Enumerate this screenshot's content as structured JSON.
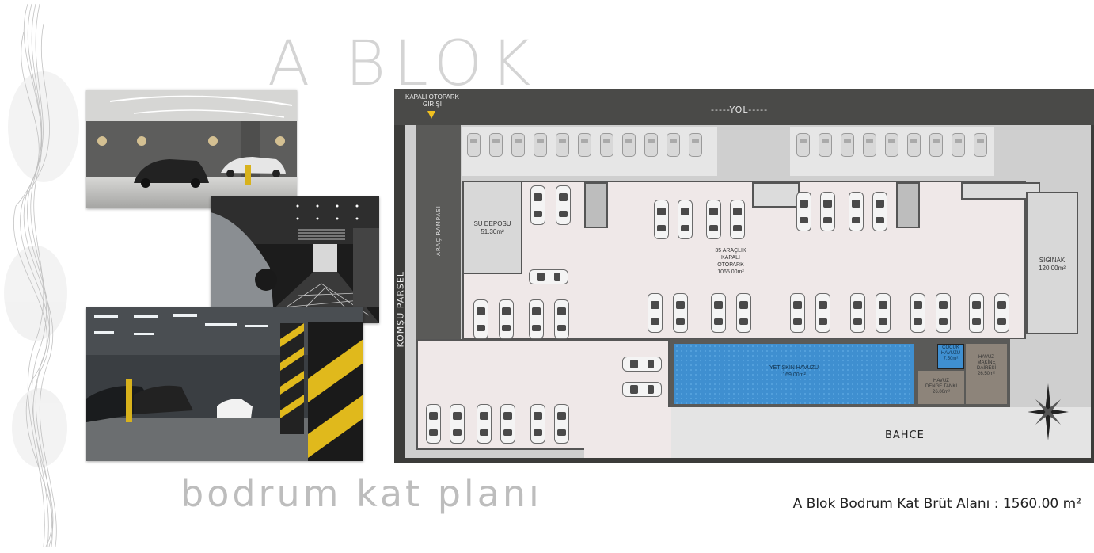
{
  "title": "A BLOK",
  "subtitle": "bodrum kat planı",
  "total_area": "A Blok Bodrum Kat Brüt Alanı : 1560.00 m²",
  "plan": {
    "entrance_label_1": "KAPALI OTOPARK",
    "entrance_label_2": "GİRİŞİ",
    "road": "-----YOL-----",
    "ramp": "ARAÇ RAMPASI",
    "neighbor": "KOMŞU PARSEL",
    "water_tank_1": "SU DEPOSU",
    "water_tank_2": "51.30m²",
    "parking_1": "35 ARAÇLIK",
    "parking_2": "KAPALI",
    "parking_3": "OTOPARK",
    "parking_4": "1065.00m²",
    "shelter_1": "SIĞINAK",
    "shelter_2": "120.00m²",
    "adult_pool_1": "YETİŞKİN HAVUZU",
    "adult_pool_2": "169.00m²",
    "child_pool_1": "ÇOCUK",
    "child_pool_2": "HAVUZU",
    "child_pool_3": "7.50m²",
    "machine_1": "HAVUZ",
    "machine_2": "MAKİNE",
    "machine_3": "DAİRESİ",
    "machine_4": "26.50m²",
    "balance_1": "HAVUZ",
    "balance_2": "DENGE TANKI",
    "balance_3": "26.00m²",
    "garden": "BAHÇE"
  },
  "colors": {
    "pool": "#3f8fd0",
    "pool_dark": "#2e6fb0",
    "parking_floor": "#efe8e8",
    "plan_frame": "#3c3c3a",
    "title_gray": "#d4d4d4"
  }
}
